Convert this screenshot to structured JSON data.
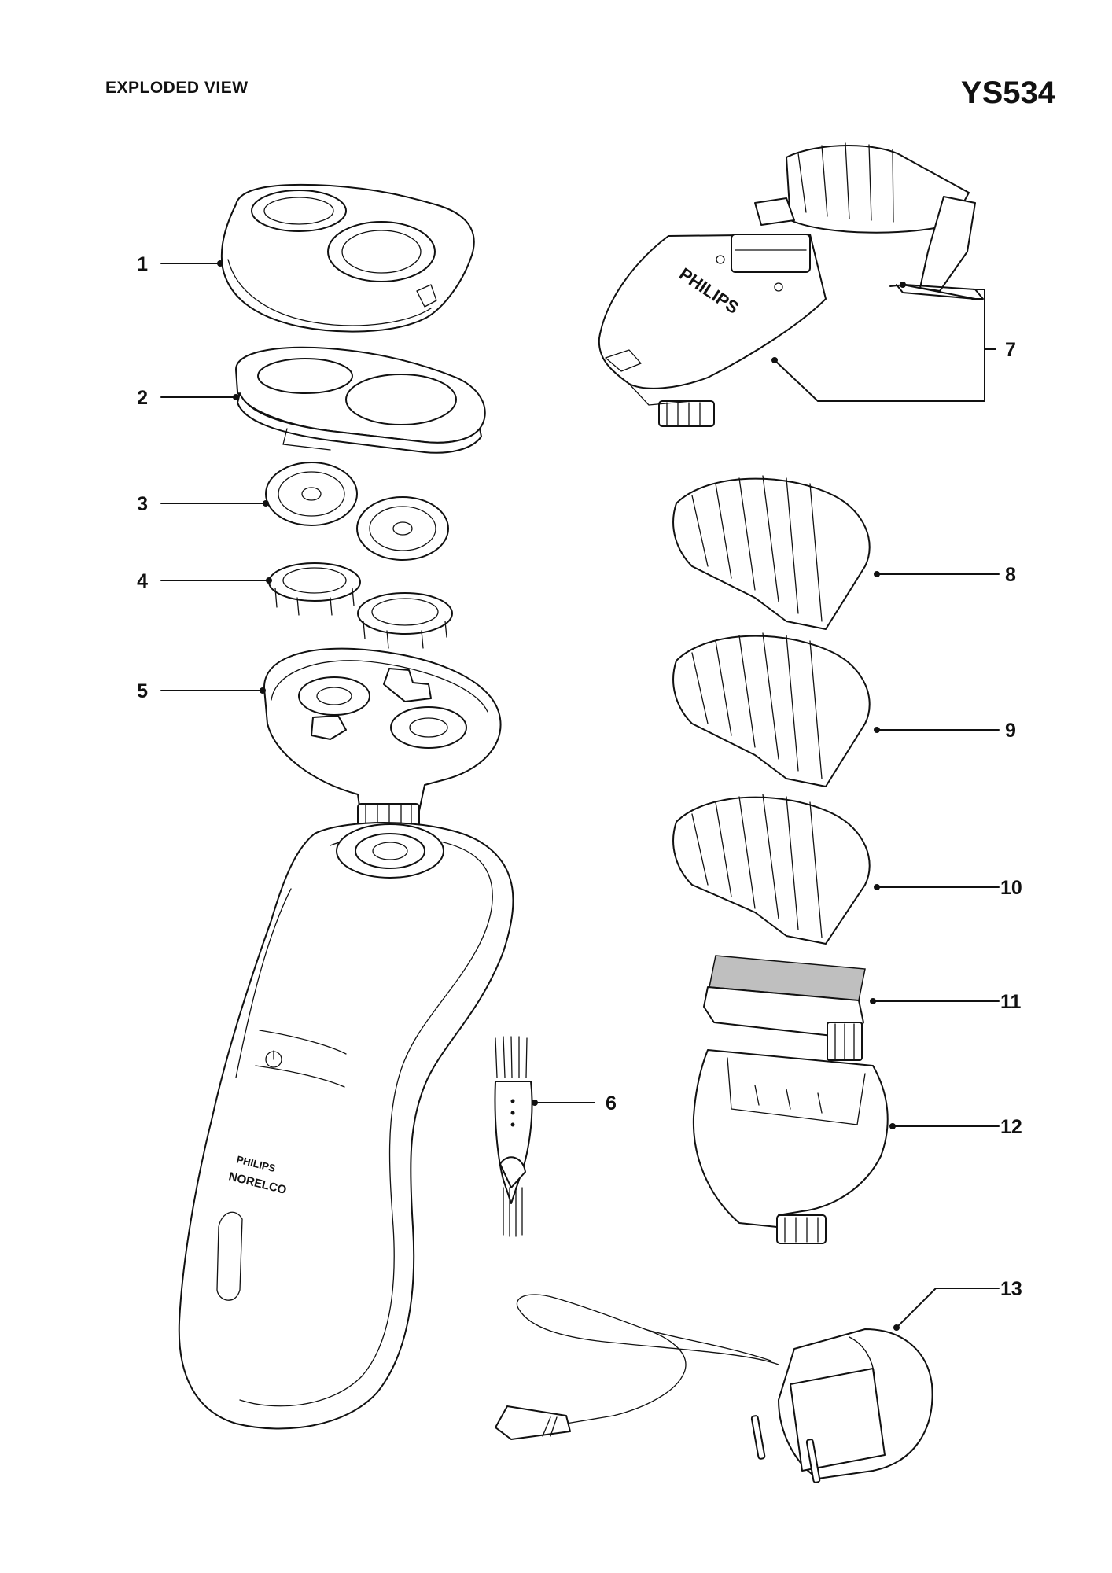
{
  "header": {
    "title": "EXPLODED VIEW",
    "model": "YS534"
  },
  "parts": [
    {
      "number": "1"
    },
    {
      "number": "2"
    },
    {
      "number": "3"
    },
    {
      "number": "4"
    },
    {
      "number": "5"
    },
    {
      "number": "6"
    },
    {
      "number": "7"
    },
    {
      "number": "8"
    },
    {
      "number": "9"
    },
    {
      "number": "10"
    },
    {
      "number": "11"
    },
    {
      "number": "12"
    },
    {
      "number": "13"
    }
  ],
  "labels": {
    "trimmer_brand": "PHILIPS",
    "handle_brand_top": "PHILIPS",
    "handle_brand_bottom": "NORELCO"
  }
}
